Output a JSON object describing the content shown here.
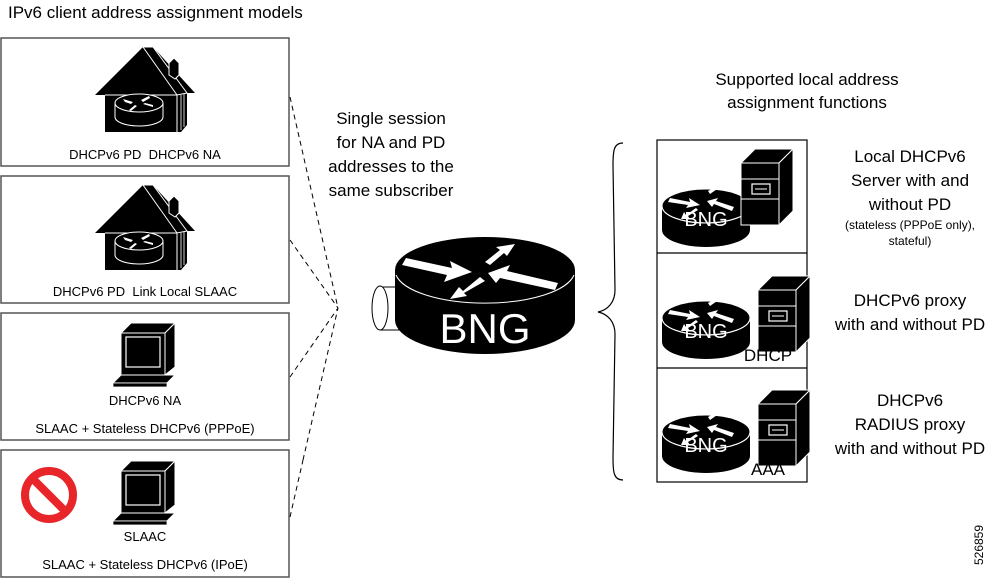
{
  "title": "IPv6 client address assignment models",
  "client_models": [
    {
      "icon": "house-router-icon",
      "label": "DHCPv6 PD  DHCPv6 NA",
      "sublabel": ""
    },
    {
      "icon": "house-router-icon",
      "label": "DHCPv6 PD  Link Local SLAAC",
      "sublabel": ""
    },
    {
      "icon": "computer-icon",
      "label": "DHCPv6 NA",
      "sublabel": "SLAAC + Stateless DHCPv6 (PPPoE)"
    },
    {
      "icon": "computer-icon",
      "label": "SLAAC",
      "sublabel": "SLAAC + Stateless DHCPv6 (IPoE)",
      "badge": "no-entry-icon"
    }
  ],
  "session_note": [
    "Single session",
    "for NA and PD",
    "addresses to the",
    "same subscriber"
  ],
  "bng": {
    "label": "BNG"
  },
  "functions_heading": [
    "Supported local address",
    "assignment functions"
  ],
  "functions": [
    {
      "device_label": "BNG",
      "server_label": "",
      "description": [
        "Local DHCPv6",
        "Server with and",
        "without PD"
      ],
      "note": [
        "(stateless (PPPoE only),",
        "stateful)"
      ]
    },
    {
      "device_label": "BNG",
      "server_label": "DHCP",
      "description": [
        "DHCPv6 proxy",
        "with and without PD"
      ],
      "note": []
    },
    {
      "device_label": "BNG",
      "server_label": "AAA",
      "description": [
        "DHCPv6",
        "RADIUS proxy",
        "with and without PD"
      ],
      "note": []
    }
  ],
  "figure_id": "526859",
  "colors": {
    "ink": "#000000",
    "paper": "#ffffff",
    "prohibited": "#e8262a",
    "box_border": "#555555"
  }
}
